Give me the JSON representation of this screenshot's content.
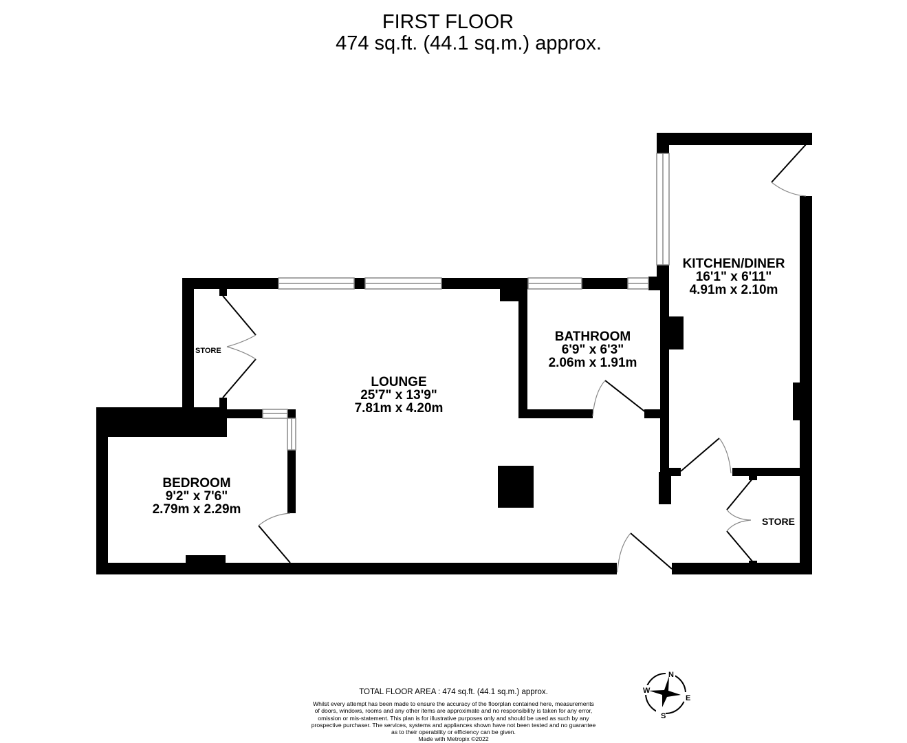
{
  "header": {
    "title": "FIRST FLOOR",
    "area": "474 sq.ft. (44.1 sq.m.) approx."
  },
  "rooms": [
    {
      "name": "KITCHEN/DINER",
      "imperial": "16'1\"  x 6'11\"",
      "metric": "4.91m  x 2.10m"
    },
    {
      "name": "BATHROOM",
      "imperial": "6'9\"  x 6'3\"",
      "metric": "2.06m  x 1.91m"
    },
    {
      "name": "LOUNGE",
      "imperial": "25'7\"  x 13'9\"",
      "metric": "7.81m  x 4.20m"
    },
    {
      "name": "BEDROOM",
      "imperial": "9'2\"  x 7'6\"",
      "metric": "2.79m  x 2.29m"
    }
  ],
  "stores": [
    {
      "name": "STORE"
    },
    {
      "name": "STORE"
    }
  ],
  "footer": {
    "total": "TOTAL FLOOR AREA : 474 sq.ft. (44.1 sq.m.) approx.",
    "disclaimer": [
      "Whilst every attempt has been made to ensure the accuracy of the floorplan contained here, measurements",
      "of doors, windows, rooms and any other items are approximate and no responsibility is taken for any error,",
      "omission or mis-statement. This plan is for illustrative purposes only and should be used as such by any",
      "prospective purchaser. The services, systems and appliances shown have not been tested and no guarantee",
      "as to their operability or efficiency can be given.",
      "Made with Metropix ©2022"
    ]
  },
  "compass": {
    "icon": "compass-rose-icon",
    "n": "N",
    "e": "E",
    "s": "S",
    "w": "W"
  },
  "colors": {
    "wall": "#000000",
    "window_frame": "#888888",
    "door_arc": "#888888",
    "background": "#ffffff"
  }
}
